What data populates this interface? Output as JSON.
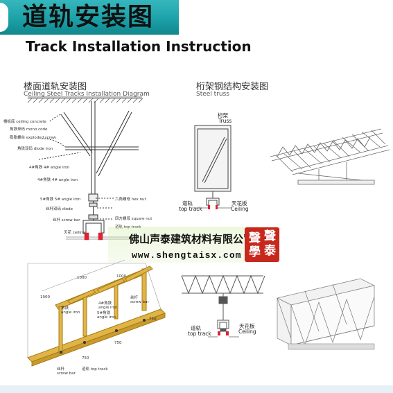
{
  "header": {
    "title_cn": "道轨安装图",
    "title_en": "Track Installation Instruction"
  },
  "ceiling": {
    "title_cn": "楼面道轨安装图",
    "title_en": "Ceiling Steel Tracks Installation Diagram",
    "left_labels": [
      {
        "cn": "楼板底",
        "en": "ceiling concrete"
      },
      {
        "cn": "角铁单码",
        "en": "mono code"
      },
      {
        "cn": "膨胀螺丝",
        "en": "exploded screw"
      },
      {
        "cn": "角铁双码",
        "en": "diode iron"
      },
      {
        "cn": "4#角铁",
        "en": "4# angle iron"
      },
      {
        "cn": "4#角铁",
        "en": "4# angle iron"
      },
      {
        "cn": "5#角铁",
        "en": "5# angle iron"
      },
      {
        "cn": "丝杆双码",
        "en": "diode"
      },
      {
        "cn": "丝杆",
        "en": "screw bar"
      }
    ],
    "right_labels": [
      {
        "cn": "六角螺母",
        "en": "hex nut"
      },
      {
        "cn": "四方螺母",
        "en": "square nut"
      },
      {
        "cn": "道轨",
        "en": "top track"
      }
    ],
    "ceiling_label": {
      "cn": "天花",
      "en": "ceiling"
    }
  },
  "truss": {
    "title_cn": "桁架钢结构安装图",
    "title_en": "Steel truss",
    "truss_label": {
      "cn": "桁架",
      "en": "Truss"
    },
    "track_label": {
      "cn": "道轨",
      "en": "top track"
    },
    "ceiling_label": {
      "cn": "天花板",
      "en": "Ceiling"
    }
  },
  "banner": {
    "company": "佛山声泰建筑材料有限公司",
    "website": "www.shengtaisx.com",
    "seal_chars": [
      "聲",
      "聲",
      "學",
      "泰"
    ]
  },
  "iso": {
    "dims": [
      "1000",
      "1000",
      "1000",
      "750",
      "750",
      "750"
    ],
    "labels": [
      {
        "cn": "角铁",
        "en": "angle iron"
      },
      {
        "cn": "4#角铁",
        "en": "angle iron"
      },
      {
        "cn": "5#角铁",
        "en": "angle iron"
      },
      {
        "cn": "丝杆",
        "en": "screw bar"
      },
      {
        "cn": "丝杆",
        "en": "screw bar"
      },
      {
        "cn": "道轨",
        "en": "top track"
      }
    ]
  },
  "truss2": {
    "track_label": {
      "cn": "道轨",
      "en": "top track"
    },
    "ceiling_label": {
      "cn": "天花板",
      "en": "Ceiling"
    }
  },
  "colors": {
    "accent_teal": "#1a9fa6",
    "seal_red": "#c7281e",
    "track_yellow": "#e0b545"
  }
}
